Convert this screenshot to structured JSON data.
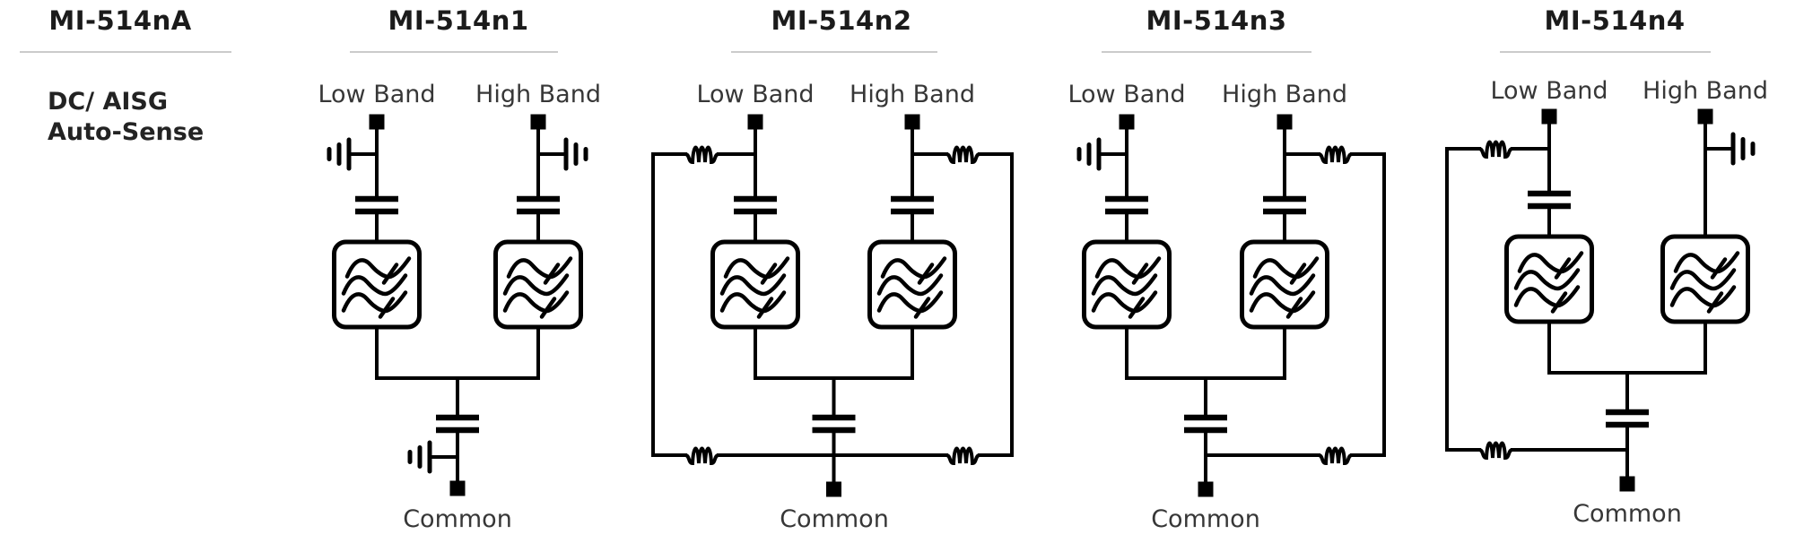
{
  "colors": {
    "line": "#000000",
    "header_text": "#1b1b1b",
    "label_text": "#373737",
    "underline": "#cbcbcb",
    "background": "#ffffff"
  },
  "columns": [
    {
      "title": "MI-514nA",
      "subtitle": "DC/ AISG\nAuto-Sense",
      "type": "spec-row-label"
    },
    {
      "title": "MI-514n1",
      "labels": {
        "low": "Low Band",
        "high": "High Band",
        "common": "Common"
      },
      "circuit": {
        "low_shunt": "ground",
        "high_shunt": "ground",
        "low_series_cap": true,
        "high_series_cap": true,
        "common_series_cap": true,
        "common_shunt": "ground-left",
        "dc_bypass": "none",
        "low_filter": "band-pass",
        "high_filter": "band-pass"
      }
    },
    {
      "title": "MI-514n2",
      "labels": {
        "low": "Low Band",
        "high": "High Band",
        "common": "Common"
      },
      "circuit": {
        "low_shunt": "coil",
        "high_shunt": "coil",
        "low_series_cap": true,
        "high_series_cap": true,
        "common_series_cap": true,
        "common_shunt": "coil-both",
        "dc_bypass": "both",
        "low_filter": "band-pass",
        "high_filter": "band-pass"
      }
    },
    {
      "title": "MI-514n3",
      "labels": {
        "low": "Low Band",
        "high": "High Band",
        "common": "Common"
      },
      "circuit": {
        "low_shunt": "ground",
        "high_shunt": "coil",
        "low_series_cap": true,
        "high_series_cap": true,
        "common_series_cap": true,
        "common_shunt": "coil-right",
        "dc_bypass": "high-band",
        "low_filter": "band-pass",
        "high_filter": "band-pass"
      }
    },
    {
      "title": "MI-514n4",
      "labels": {
        "low": "Low Band",
        "high": "High Band",
        "common": "Common"
      },
      "circuit": {
        "low_shunt": "coil",
        "high_shunt": "ground",
        "low_series_cap": true,
        "high_series_cap": false,
        "common_series_cap": true,
        "common_shunt": "coil-left",
        "dc_bypass": "low-band",
        "low_filter": "band-pass",
        "high_filter": "band-pass"
      }
    }
  ]
}
